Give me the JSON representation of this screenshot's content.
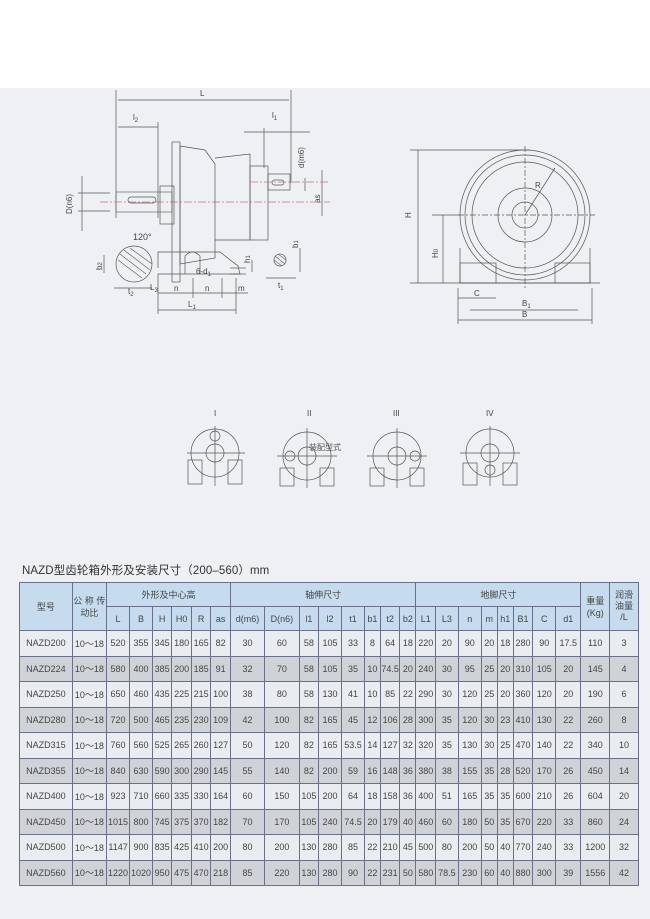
{
  "drawing": {
    "side_view_labels": {
      "L": "L",
      "l2": "l2",
      "l1": "l1",
      "d_m6": "d(m6)",
      "as": "as",
      "D_n6": "D(n6)",
      "angle": "120°",
      "b2": "b2",
      "t2": "t2",
      "L3": "L3",
      "n1": "n",
      "n2": "n",
      "m": "m",
      "L1": "L1",
      "h1": "h1",
      "six_d1": "6-d1",
      "b1": "b1",
      "t1": "t1"
    },
    "front_view_labels": {
      "H": "H",
      "H0": "H0",
      "R": "R",
      "C": "C",
      "B1": "B1",
      "B": "B"
    },
    "caption": "装配型式",
    "assembly_types": [
      {
        "label": "I"
      },
      {
        "label": "II"
      },
      {
        "label": "III"
      },
      {
        "label": "IV"
      }
    ]
  },
  "table": {
    "title": "NAZD型齿轮箱外形及安装尺寸（200–560）mm",
    "group_headers": {
      "model": "型号",
      "ratio": "公 称 传动比",
      "outline": "外形及中心高",
      "shaft": "轴伸尺寸",
      "foot": "地脚尺寸",
      "weight": "重量 (Kg)",
      "oil": "润滑 油量 /L"
    },
    "columns": [
      "L",
      "B",
      "H",
      "H0",
      "R",
      "as",
      "d(m6)",
      "D(n6)",
      "l1",
      "l2",
      "t1",
      "b1",
      "t2",
      "b2",
      "L1",
      "L3",
      "n",
      "m",
      "h1",
      "B1",
      "C",
      "d1"
    ],
    "rows": [
      [
        "NAZD200",
        "10～18",
        "520",
        "355",
        "345",
        "180",
        "165",
        "82",
        "30",
        "60",
        "58",
        "105",
        "33",
        "8",
        "64",
        "18",
        "220",
        "20",
        "90",
        "20",
        "18",
        "280",
        "90",
        "17.5",
        "110",
        "3"
      ],
      [
        "NAZD224",
        "10～18",
        "580",
        "400",
        "385",
        "200",
        "185",
        "91",
        "32",
        "70",
        "58",
        "105",
        "35",
        "10",
        "74.5",
        "20",
        "240",
        "30",
        "95",
        "25",
        "20",
        "310",
        "105",
        "20",
        "145",
        "4"
      ],
      [
        "NAZD250",
        "10～18",
        "650",
        "460",
        "435",
        "225",
        "215",
        "100",
        "38",
        "80",
        "58",
        "130",
        "41",
        "10",
        "85",
        "22",
        "290",
        "30",
        "120",
        "25",
        "20",
        "360",
        "120",
        "20",
        "190",
        "6"
      ],
      [
        "NAZD280",
        "10～18",
        "720",
        "500",
        "465",
        "235",
        "230",
        "109",
        "42",
        "100",
        "82",
        "165",
        "45",
        "12",
        "106",
        "28",
        "300",
        "35",
        "120",
        "30",
        "23",
        "410",
        "130",
        "22",
        "260",
        "8"
      ],
      [
        "NAZD315",
        "10～18",
        "760",
        "560",
        "525",
        "265",
        "260",
        "127",
        "50",
        "120",
        "82",
        "165",
        "53.5",
        "14",
        "127",
        "32",
        "320",
        "35",
        "130",
        "30",
        "25",
        "470",
        "140",
        "22",
        "340",
        "10"
      ],
      [
        "NAZD355",
        "10～18",
        "840",
        "630",
        "590",
        "300",
        "290",
        "145",
        "55",
        "140",
        "82",
        "200",
        "59",
        "16",
        "148",
        "36",
        "380",
        "38",
        "155",
        "35",
        "28",
        "520",
        "170",
        "26",
        "450",
        "14"
      ],
      [
        "NAZD400",
        "10～18",
        "923",
        "710",
        "660",
        "335",
        "330",
        "164",
        "60",
        "150",
        "105",
        "200",
        "64",
        "18",
        "158",
        "36",
        "400",
        "51",
        "165",
        "35",
        "35",
        "600",
        "210",
        "26",
        "604",
        "20"
      ],
      [
        "NAZD450",
        "10～18",
        "1015",
        "800",
        "745",
        "375",
        "370",
        "182",
        "70",
        "170",
        "105",
        "240",
        "74.5",
        "20",
        "179",
        "40",
        "460",
        "60",
        "180",
        "50",
        "35",
        "670",
        "220",
        "33",
        "860",
        "24"
      ],
      [
        "NAZD500",
        "10～18",
        "1147",
        "900",
        "835",
        "425",
        "410",
        "200",
        "80",
        "200",
        "130",
        "280",
        "85",
        "22",
        "210",
        "45",
        "500",
        "80",
        "200",
        "50",
        "40",
        "770",
        "240",
        "33",
        "1200",
        "32"
      ],
      [
        "NAZD560",
        "10～18",
        "1220",
        "1020",
        "950",
        "475",
        "470",
        "218",
        "85",
        "220",
        "130",
        "280",
        "90",
        "22",
        "231",
        "50",
        "580",
        "78.5",
        "230",
        "60",
        "40",
        "880",
        "300",
        "39",
        "1556",
        "42"
      ]
    ]
  }
}
